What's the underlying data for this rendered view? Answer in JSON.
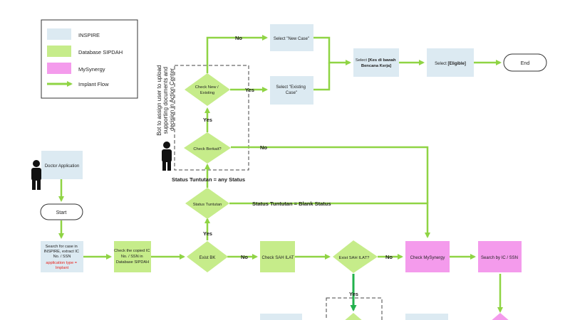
{
  "colors": {
    "inspire": "#DCEAF2",
    "sipdah": "#C6EC8A",
    "mysynergy": "#F49BEC",
    "flow": "#8FD444",
    "flow_dark": "#22B14C",
    "outline": "#555555",
    "text": "#222222",
    "highlight": "#E8231D"
  },
  "legend": {
    "items": [
      {
        "label": "INSPIRE",
        "color": "inspire"
      },
      {
        "label": "Database SIPDAH",
        "color": "sipdah"
      },
      {
        "label": "MySynergy",
        "color": "mysynergy"
      }
    ],
    "flow_label": "Implant Flow"
  },
  "actors": {
    "doctor_label": "Doctor Application",
    "bot_note": [
      "Bot to assign user to upload",
      "supporting documents and",
      "decision in Action Center"
    ]
  },
  "nodes": {
    "start": "Start",
    "search_case": [
      "Search for case in",
      "INSPIRE, extract IC",
      "No. / SSN"
    ],
    "search_case_highlight": [
      "application type =",
      "Implant"
    ],
    "check_copied_ic": [
      "Check the copied IC",
      "No. / SSN in",
      "Database SIPDAH"
    ],
    "exist_bk": "Exist BK",
    "check_sah_ilat": "Check SAH ILAT",
    "exist_sah_ilat": "Exist SAH ILAT?",
    "check_mysynergy": "Check MySynergy",
    "search_ic_ssn": "Search by IC / SSN",
    "status_tuntutan": "Status Tuntutan",
    "check_berkait": "Check Berkait?",
    "check_new_existing": [
      "Check New /",
      "Existing"
    ],
    "select_new_case": "Select \"New Case\"",
    "select_existing_case": [
      "Select \"Existing",
      "Case\""
    ],
    "select_kes_prefix": "Select ",
    "select_kes_bold": [
      "[Kes di bawah",
      "Bencana Kerja]"
    ],
    "select_eligible_prefix": "Select ",
    "select_eligible_bold": "[Eligible]",
    "end": "End"
  },
  "edges": {
    "yes": "Yes",
    "no": "No",
    "status_any": "Status Tuntutan = any Status",
    "status_blank": "Status Tuntutan = Blank Status"
  }
}
